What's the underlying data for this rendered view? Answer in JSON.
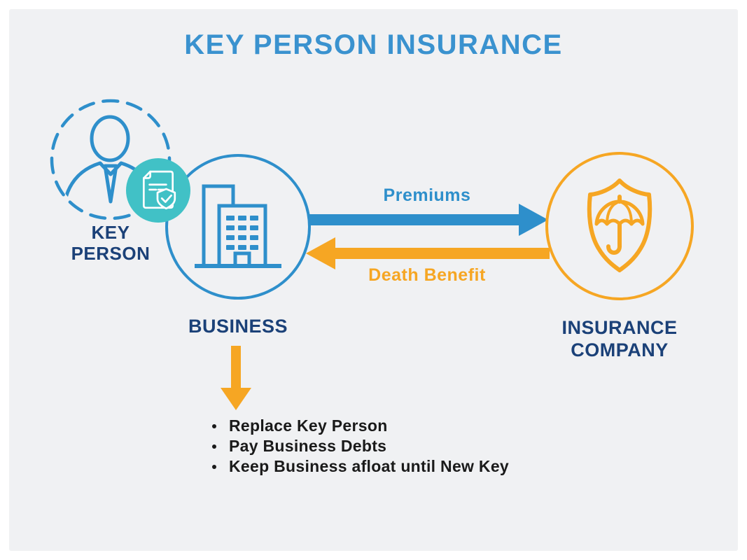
{
  "title": "KEY PERSON INSURANCE",
  "palette": {
    "blue": "#2E8FCB",
    "title_blue": "#3A92CF",
    "navy": "#1B4178",
    "orange": "#F6A623",
    "teal": "#41C1C6",
    "text_dark": "#1A1A1A",
    "panel_bg": "#F0F1F3",
    "page_bg": "#FFFFFF"
  },
  "nodes": {
    "key_person": {
      "label_line1": "KEY",
      "label_line2": "PERSON",
      "icon": "businessman-icon"
    },
    "policy_badge": {
      "icon": "policy-document-shield-check-icon"
    },
    "business": {
      "label": "BUSINESS",
      "icon": "office-building-icon"
    },
    "insurance_company": {
      "label_line1": "INSURANCE",
      "label_line2": "COMPANY",
      "icon": "shield-umbrella-icon"
    }
  },
  "flows": {
    "premiums": {
      "label": "Premiums",
      "from": "BUSINESS",
      "to": "INSURANCE COMPANY",
      "color": "#2E8FCB"
    },
    "death_benefit": {
      "label": "Death Benefit",
      "from": "INSURANCE COMPANY",
      "to": "BUSINESS",
      "color": "#F6A623"
    }
  },
  "outcomes": [
    "Replace Key Person",
    "Pay Business Debts",
    "Keep Business afloat until New Key"
  ]
}
